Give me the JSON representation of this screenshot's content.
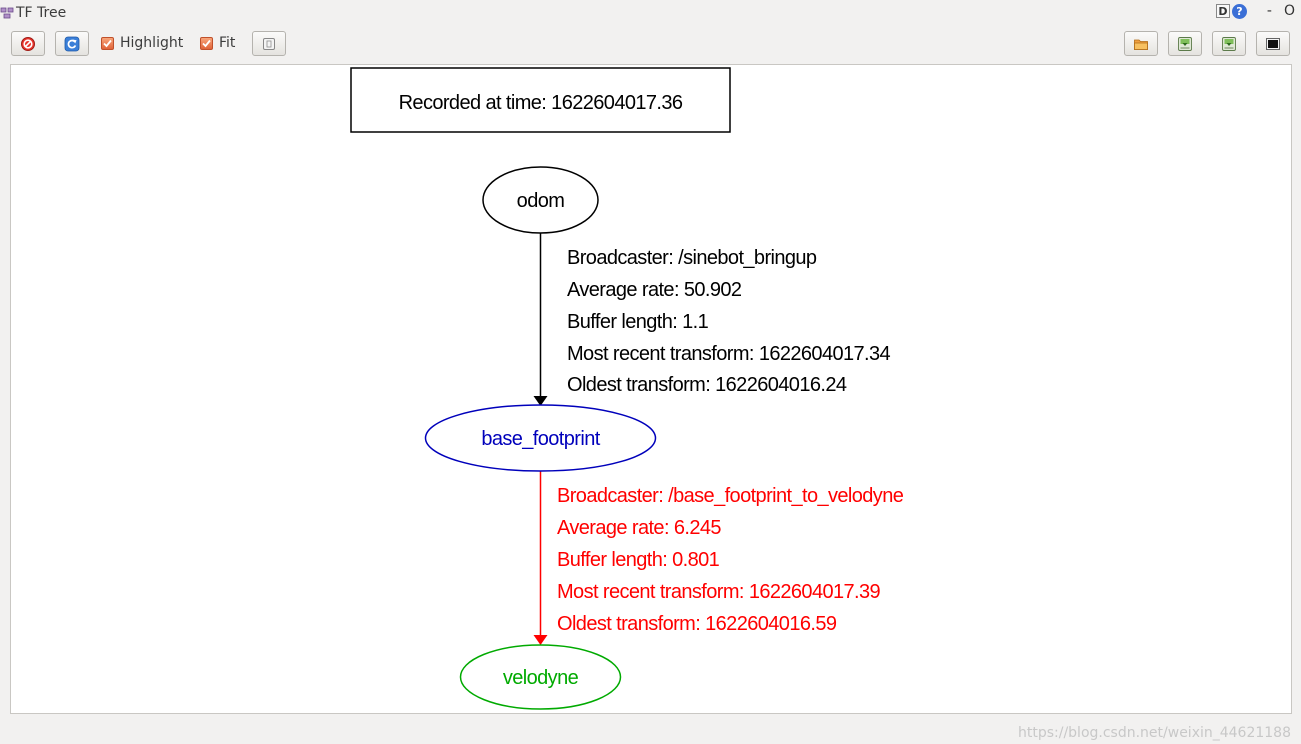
{
  "window": {
    "title": "TF Tree",
    "controls": {
      "d": "D",
      "help": "?",
      "minimize": "-",
      "close": "O"
    }
  },
  "toolbar": {
    "highlight_label": "Highlight",
    "fit_label": "Fit",
    "highlight_checked": true,
    "fit_checked": true
  },
  "graph": {
    "recorded": "Recorded at time: 1622604017.36",
    "nodes": [
      {
        "id": "odom",
        "label": "odom",
        "color": "#000000"
      },
      {
        "id": "base_footprint",
        "label": "base_footprint",
        "color": "#0000bb"
      },
      {
        "id": "velodyne",
        "label": "velodyne",
        "color": "#00aa00"
      }
    ],
    "edges": [
      {
        "from": "odom",
        "to": "base_footprint",
        "color": "#000000",
        "lines": [
          "Broadcaster: /sinebot_bringup",
          "Average rate: 50.902",
          "Buffer length: 1.1",
          "Most recent transform: 1622604017.34",
          "Oldest transform: 1622604016.24"
        ]
      },
      {
        "from": "base_footprint",
        "to": "velodyne",
        "color": "#ff0000",
        "lines": [
          "Broadcaster: /base_footprint_to_velodyne",
          "Average rate: 6.245",
          "Buffer length: 0.801",
          "Most recent transform: 1622604017.39",
          "Oldest transform: 1622604016.59"
        ]
      }
    ]
  },
  "watermark": "https://blog.csdn.net/weixin_44621188"
}
